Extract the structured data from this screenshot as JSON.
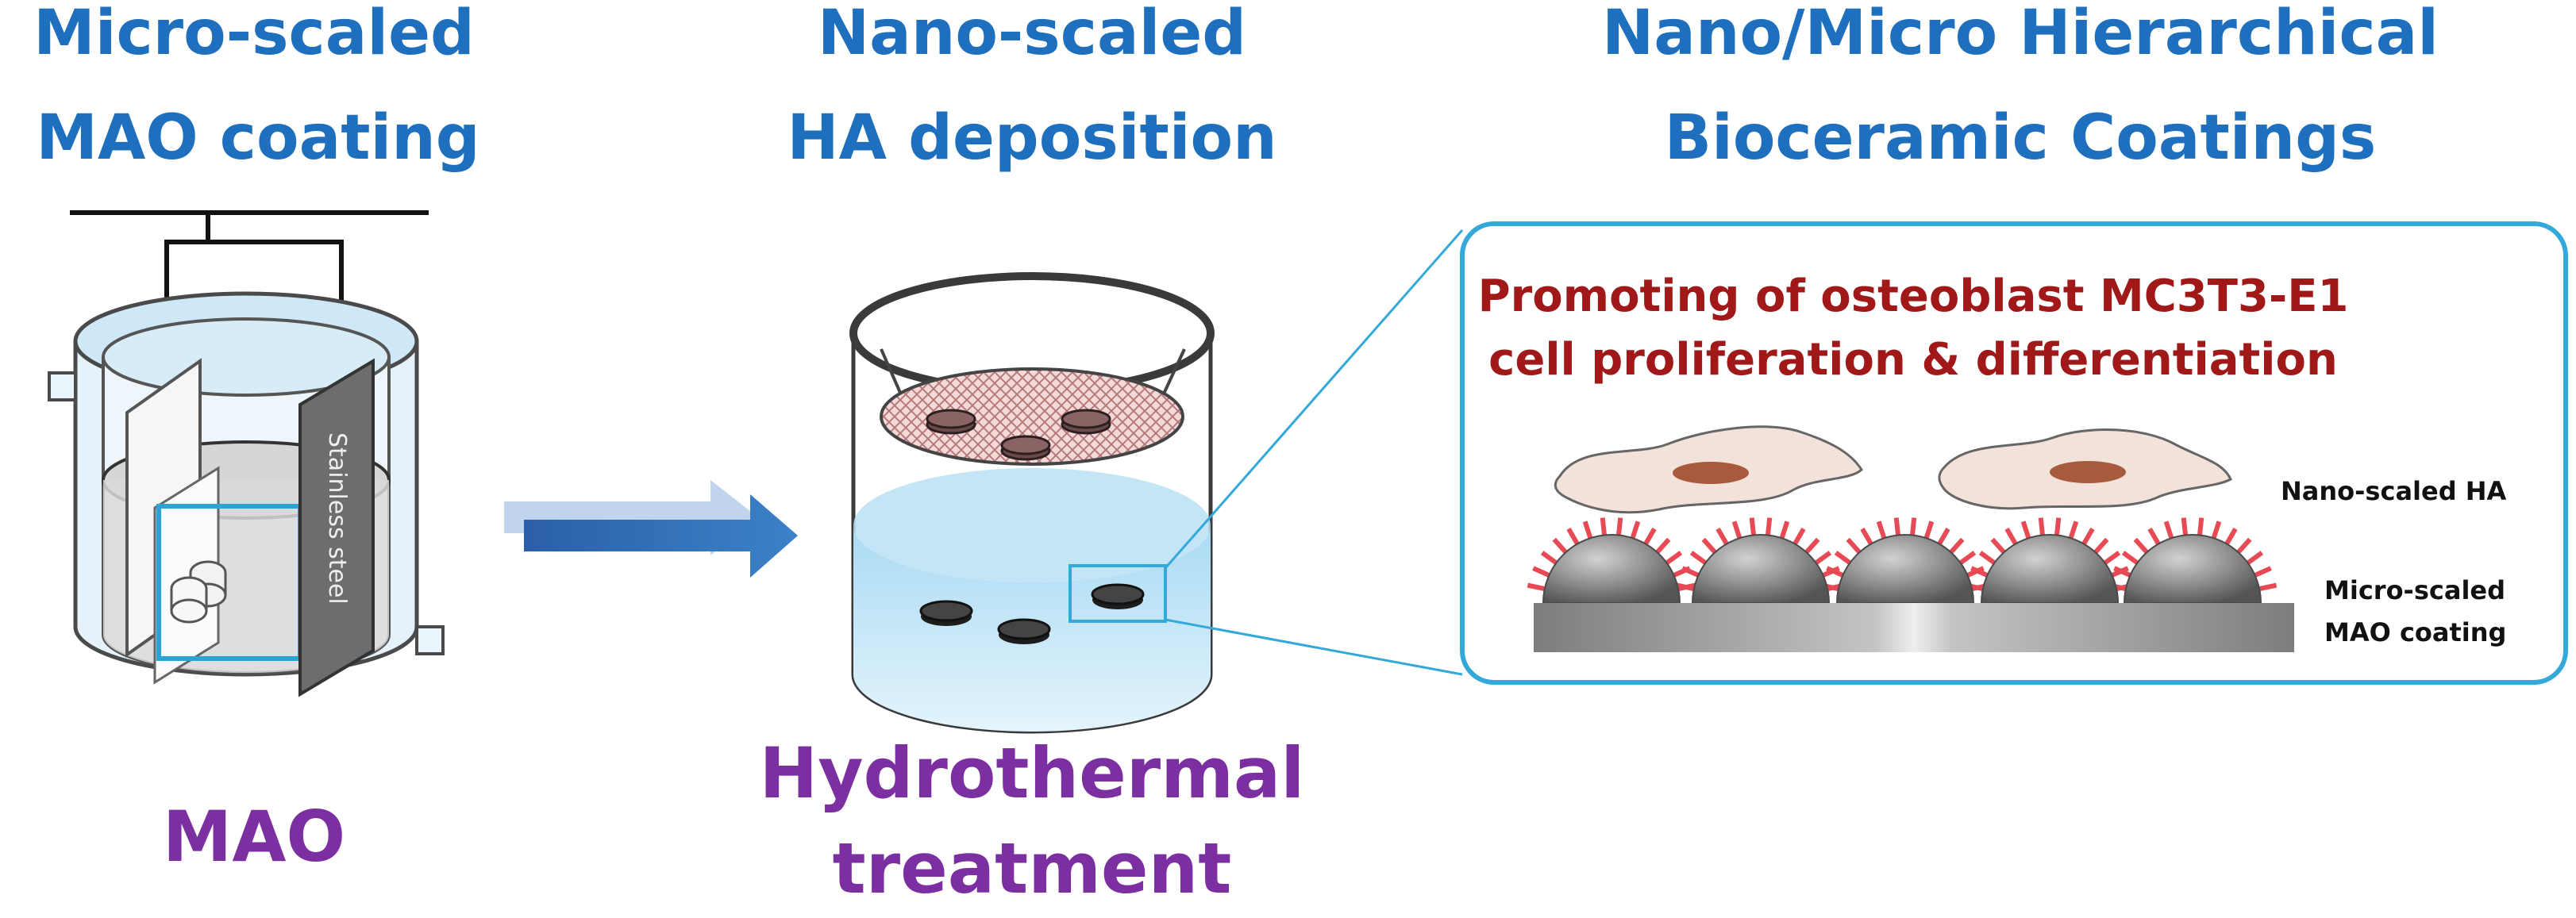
{
  "panels": {
    "mao": {
      "title_line1": "Micro-scaled",
      "title_line2": "MAO coating",
      "electrode_label": "Stainless steel",
      "process_label": "MAO"
    },
    "hydrothermal": {
      "title_line1": "Nano-scaled",
      "title_line2": "HA deposition",
      "process_line1": "Hydrothermal",
      "process_line2": "treatment"
    },
    "result": {
      "title_line1": "Nano/Micro Hierarchical",
      "title_line2": "Bioceramic Coatings",
      "effect_line1": "Promoting of osteoblast MC3T3-E1",
      "effect_line2": "cell proliferation &  differentiation",
      "nano_label": "Nano-scaled HA",
      "micro_label_line1": "Micro-scaled",
      "micro_label_line2": "MAO coating"
    }
  },
  "colors": {
    "title_blue": "#1f6fbf",
    "process_purple": "#7b2fa0",
    "effect_red": "#a01818",
    "arrow_blue": "#2e6db3",
    "frame_cyan": "#33a9d9",
    "ha_spikes": "#e84a55"
  },
  "icons": [
    "mao-electrolysis-cell",
    "process-arrow",
    "hydrothermal-vessel",
    "magnifier-zoom-lines",
    "coating-cross-section"
  ]
}
